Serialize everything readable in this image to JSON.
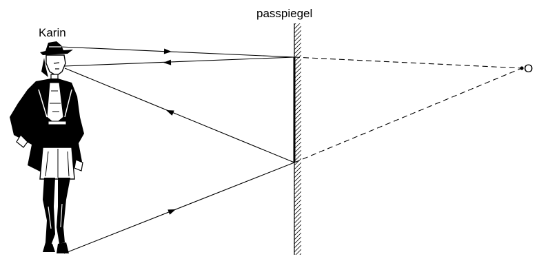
{
  "labels": {
    "person": "Karin",
    "mirror": "passpiegel",
    "point": "O"
  },
  "colors": {
    "ink": "#000000",
    "background": "#ffffff"
  }
}
